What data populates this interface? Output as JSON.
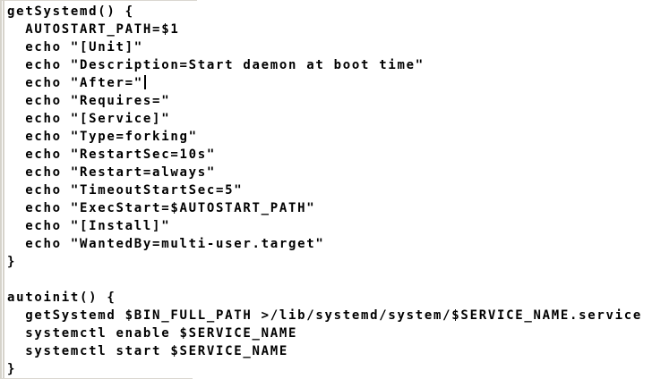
{
  "app": {
    "type": "plain-text-code-editor",
    "language": "shell-script"
  },
  "editor": {
    "lines": [
      "getSystemd() {",
      "  AUTOSTART_PATH=$1",
      "  echo \"[Unit]\"",
      "  echo \"Description=Start daemon at boot time\"",
      "  echo \"After=\"",
      "  echo \"Requires=\"",
      "  echo \"[Service]\"",
      "  echo \"Type=forking\"",
      "  echo \"RestartSec=10s\"",
      "  echo \"Restart=always\"",
      "  echo \"TimeoutStartSec=5\"",
      "  echo \"ExecStart=$AUTOSTART_PATH\"",
      "  echo \"[Install]\"",
      "  echo \"WantedBy=multi-user.target\"",
      "}",
      "",
      "autoinit() {",
      "  getSystemd $BIN_FULL_PATH >/lib/systemd/system/$SERVICE_NAME.service",
      "  systemctl enable $SERVICE_NAME",
      "  systemctl start $SERVICE_NAME",
      "}"
    ],
    "cursor": {
      "line": 4,
      "column": 15
    }
  },
  "colors": {
    "background": "#ffffff",
    "text": "#000000",
    "window_edge": "#d6d3cb",
    "hairline": "#dad7d0",
    "caret": "#000000"
  }
}
